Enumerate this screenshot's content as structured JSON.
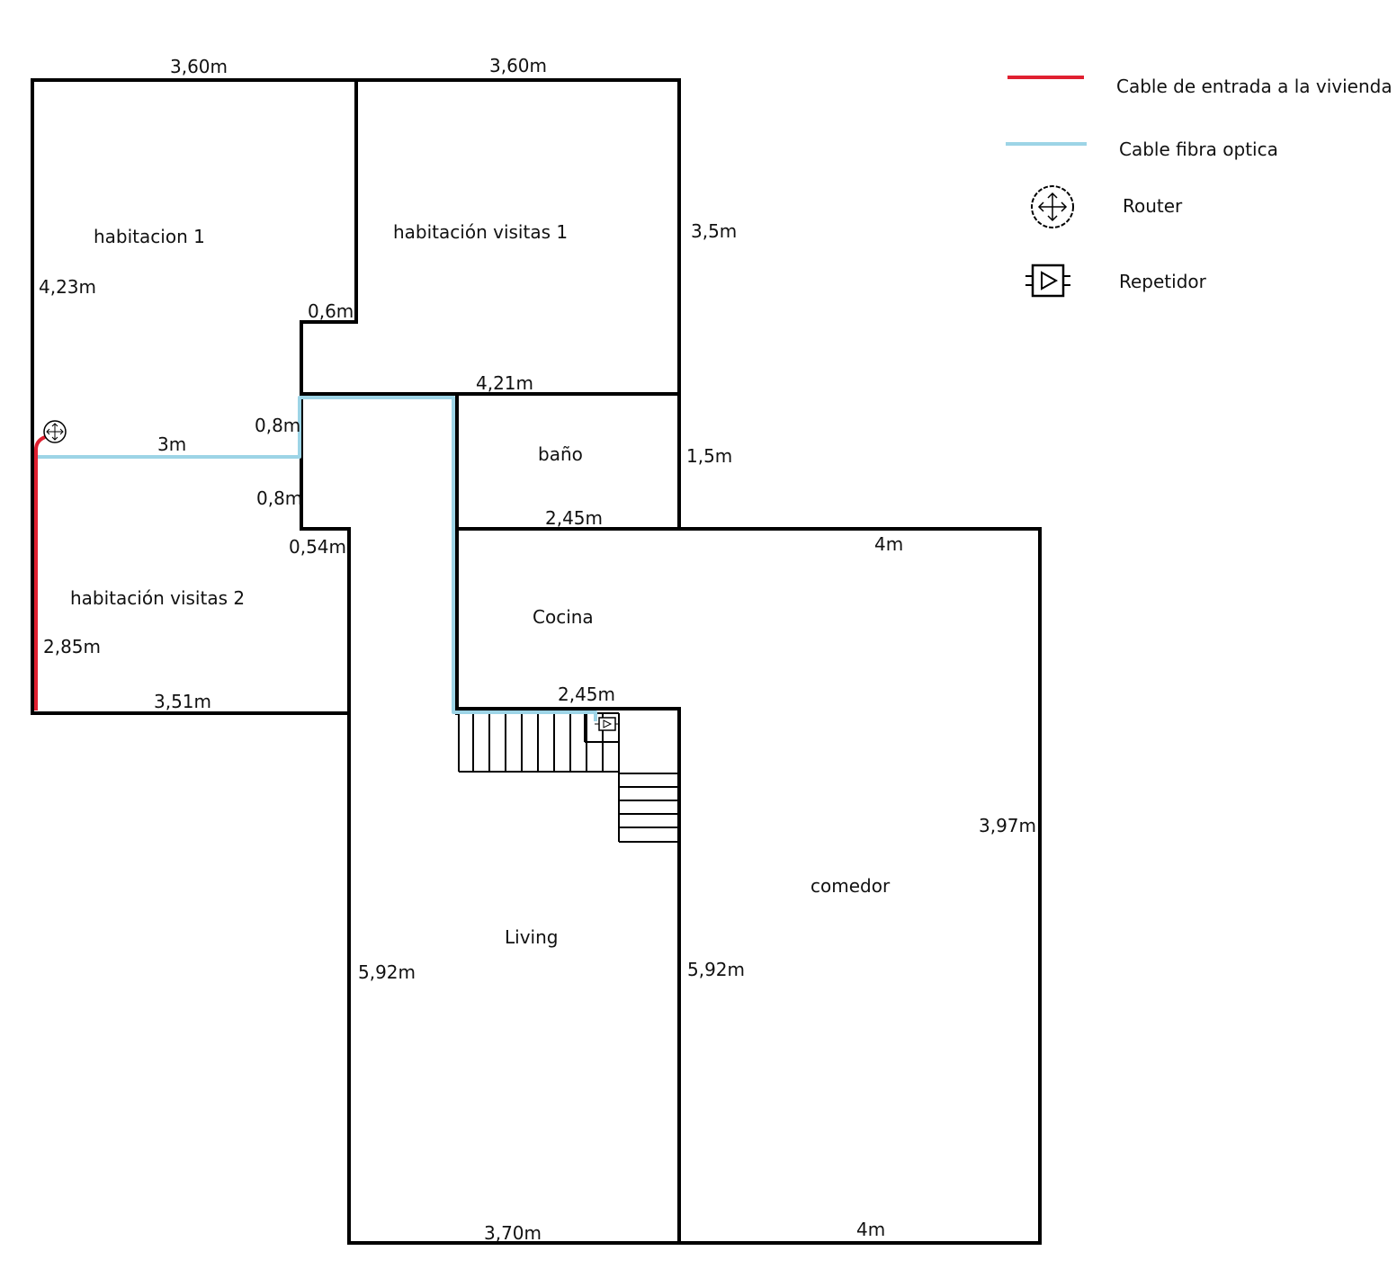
{
  "colors": {
    "walls": "#000000",
    "fiber_cable": "#9dd4e6",
    "entry_cable": "#e02030",
    "background": "#ffffff"
  },
  "rooms": {
    "habitacion1": "habitacion 1",
    "visitas1": "habitación visitas 1",
    "bano": "baño",
    "visitas2": "habitación visitas 2",
    "cocina": "Cocina",
    "living": "Living",
    "comedor": "comedor"
  },
  "dimensions": {
    "top_left": "3,60m",
    "top_right": "3,60m",
    "hab1_height": "4,23m",
    "notch_06": "0,6m",
    "v1_height": "3,5m",
    "v1_bottom": "4,21m",
    "hall_08_upper": "0,8m",
    "corridor_3m": "3m",
    "hall_08_lower": "0,8m",
    "notch_054": "0,54m",
    "bano_height": "1,5m",
    "bano_bottom": "2,45m",
    "comedor_top": "4m",
    "v2_height": "2,85m",
    "v2_bottom": "3,51m",
    "cocina_bottom": "2,45m",
    "comedor_height": "3,97m",
    "living_left": "5,92m",
    "living_right": "5,92m",
    "living_bottom": "3,70m",
    "comedor_bottom": "4m"
  },
  "legend": {
    "entry_cable": "Cable de entrada a la vivienda",
    "fiber_cable": "Cable fibra optica",
    "router": "Router",
    "repeater": "Repetidor",
    "router_icon": "router-icon",
    "repeater_icon": "repeater-icon"
  }
}
